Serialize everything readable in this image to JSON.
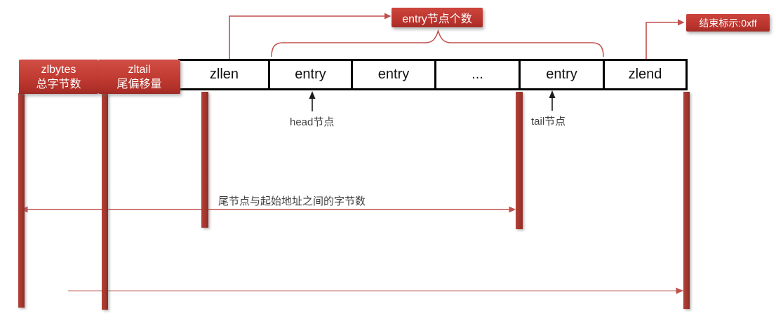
{
  "diagram": {
    "row": {
      "cells": [
        {
          "label": "zlbytes",
          "sublabel": "总字节数"
        },
        {
          "label": "zltail",
          "sublabel": "尾偏移量"
        },
        {
          "label": "zllen"
        },
        {
          "label": "entry"
        },
        {
          "label": "entry"
        },
        {
          "label": "..."
        },
        {
          "label": "entry"
        },
        {
          "label": "zlend"
        }
      ]
    },
    "callouts": {
      "entry_count": "entry节点个数",
      "end_marker": "结束标示:0xff"
    },
    "annotations": {
      "head": "head节点",
      "tail": "tail节点",
      "tail_offset": "尾节点与起始地址之间的字节数"
    },
    "colors": {
      "accent_red": "#c0392b",
      "bar_red": "#a1362d",
      "connector_red": "#c0504d",
      "light_line": "#d59a95",
      "text_gray": "#3f3f3f"
    }
  }
}
